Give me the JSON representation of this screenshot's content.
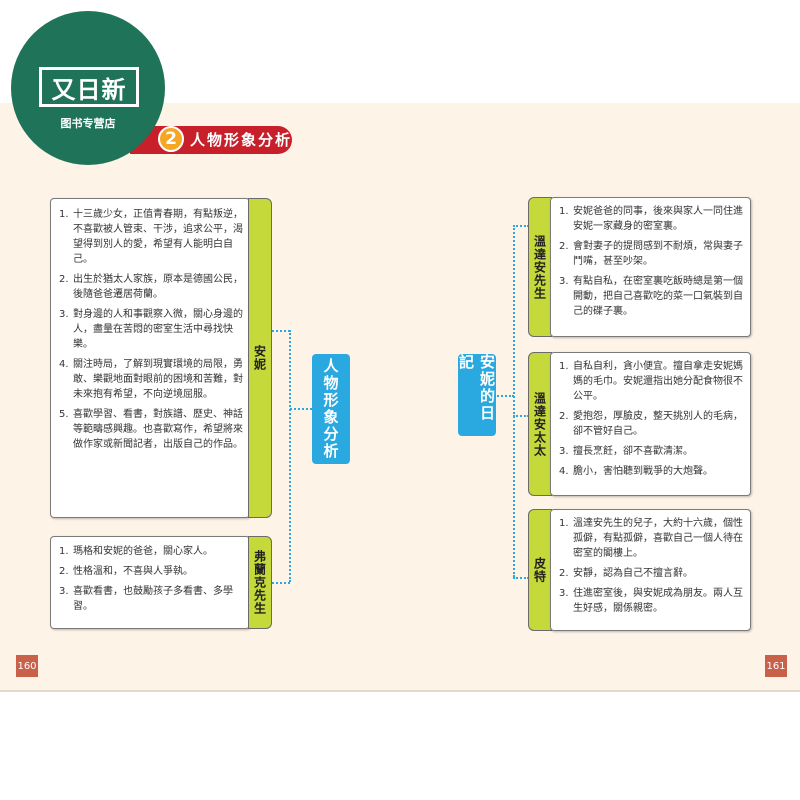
{
  "logo": {
    "title": "又日新",
    "subtitle": "图书专营店"
  },
  "section": {
    "number": "2",
    "title": "人物形象分析"
  },
  "left_center": "人物形象分析",
  "right_center": "安妮的日記",
  "characters_left": [
    {
      "name": "安妮",
      "items": [
        {
          "num": "1.",
          "text": "十三歲少女，正值青春期，有點叛逆，不喜歡被人管束、干涉，追求公平，渴望得到別人的愛，希望有人能明白自己。"
        },
        {
          "num": "2.",
          "text": "出生於猶太人家族，原本是德國公民，後隨爸爸遷居荷蘭。"
        },
        {
          "num": "3.",
          "text": "對身邊的人和事觀察入微，關心身邊的人，盡量在苦悶的密室生活中尋找快樂。"
        },
        {
          "num": "4.",
          "text": "關注時局，了解到現實環境的局限，勇敢、樂觀地面對眼前的困境和苦難，對未來抱有希望，不向逆境屈服。"
        },
        {
          "num": "5.",
          "text": "喜歡學習、看書，對族譜、歷史、神話等範疇感興趣。也喜歡寫作，希望將來做作家或新聞記者，出版自己的作品。"
        }
      ]
    },
    {
      "name": "弗蘭克先生",
      "items": [
        {
          "num": "1.",
          "text": "瑪格和安妮的爸爸，關心家人。"
        },
        {
          "num": "2.",
          "text": "性格溫和，不喜與人爭執。"
        },
        {
          "num": "3.",
          "text": "喜歡看書，也鼓勵孩子多看書、多學習。"
        }
      ]
    }
  ],
  "characters_right": [
    {
      "name": "溫達安先生",
      "items": [
        {
          "num": "1.",
          "text": "安妮爸爸的同事，後來與家人一同住進安妮一家藏身的密室裏。"
        },
        {
          "num": "2.",
          "text": "會對妻子的提問感到不耐煩，常與妻子鬥嘴，甚至吵架。"
        },
        {
          "num": "3.",
          "text": "有點自私，在密室裏吃飯時總是第一個開動，把自己喜歡吃的菜一口氣裝到自己的碟子裏。"
        }
      ]
    },
    {
      "name": "溫達安太太",
      "items": [
        {
          "num": "1.",
          "text": "自私自利，貪小便宜。擅自拿走安妮媽媽的毛巾。安妮還指出她分配食物很不公平。"
        },
        {
          "num": "2.",
          "text": "愛抱怨，厚臉皮，整天挑別人的毛病，卻不管好自己。"
        },
        {
          "num": "3.",
          "text": "擅長烹飪，卻不喜歡清潔。"
        },
        {
          "num": "4.",
          "text": "膽小，害怕聽到戰爭的大炮聲。"
        }
      ]
    },
    {
      "name": "皮特",
      "items": [
        {
          "num": "1.",
          "text": "溫達安先生的兒子，大約十六歲，個性孤僻，有點孤僻，喜歡自己一個人待在密室的閣樓上。"
        },
        {
          "num": "2.",
          "text": "安靜，認為自己不擅言辭。"
        },
        {
          "num": "3.",
          "text": "住進密室後，與安妮成為朋友。兩人互生好感，關係親密。"
        }
      ]
    }
  ],
  "pages": {
    "left": "160",
    "right": "161"
  },
  "colors": {
    "logo_green": "#1e7358",
    "banner_red": "#c8202a",
    "tab_green": "#c5d93a",
    "node_blue": "#29a9e0",
    "page_bg": "#fdf3e7"
  }
}
